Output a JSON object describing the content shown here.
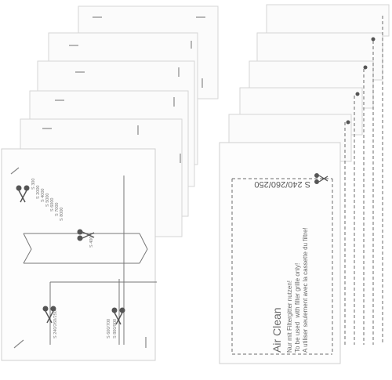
{
  "left_pad": {
    "marks": [
      "S 300",
      "S 2000",
      "S 4000",
      "S 5000",
      "S 6000",
      "S 7000",
      "S 8000"
    ],
    "mark_400": "S 400",
    "mark_bottom_a": "S 240/260/250",
    "mark_bottom_b": "S 600/700",
    "mark_bottom_c": "S 800/900"
  },
  "right_pad": {
    "model": "S 240/260/250",
    "brand": "Air Clean",
    "line_de": "Nur mit Filtergitter nutzen!",
    "line_en1": "To be used",
    "line_en2": "with filter grille only!",
    "line_fr": "A utiliser seulement avec la cassette du filtre!"
  },
  "colors": {
    "background": "#ffffff",
    "pad": "#fbfbfb",
    "ink": "#666666"
  }
}
